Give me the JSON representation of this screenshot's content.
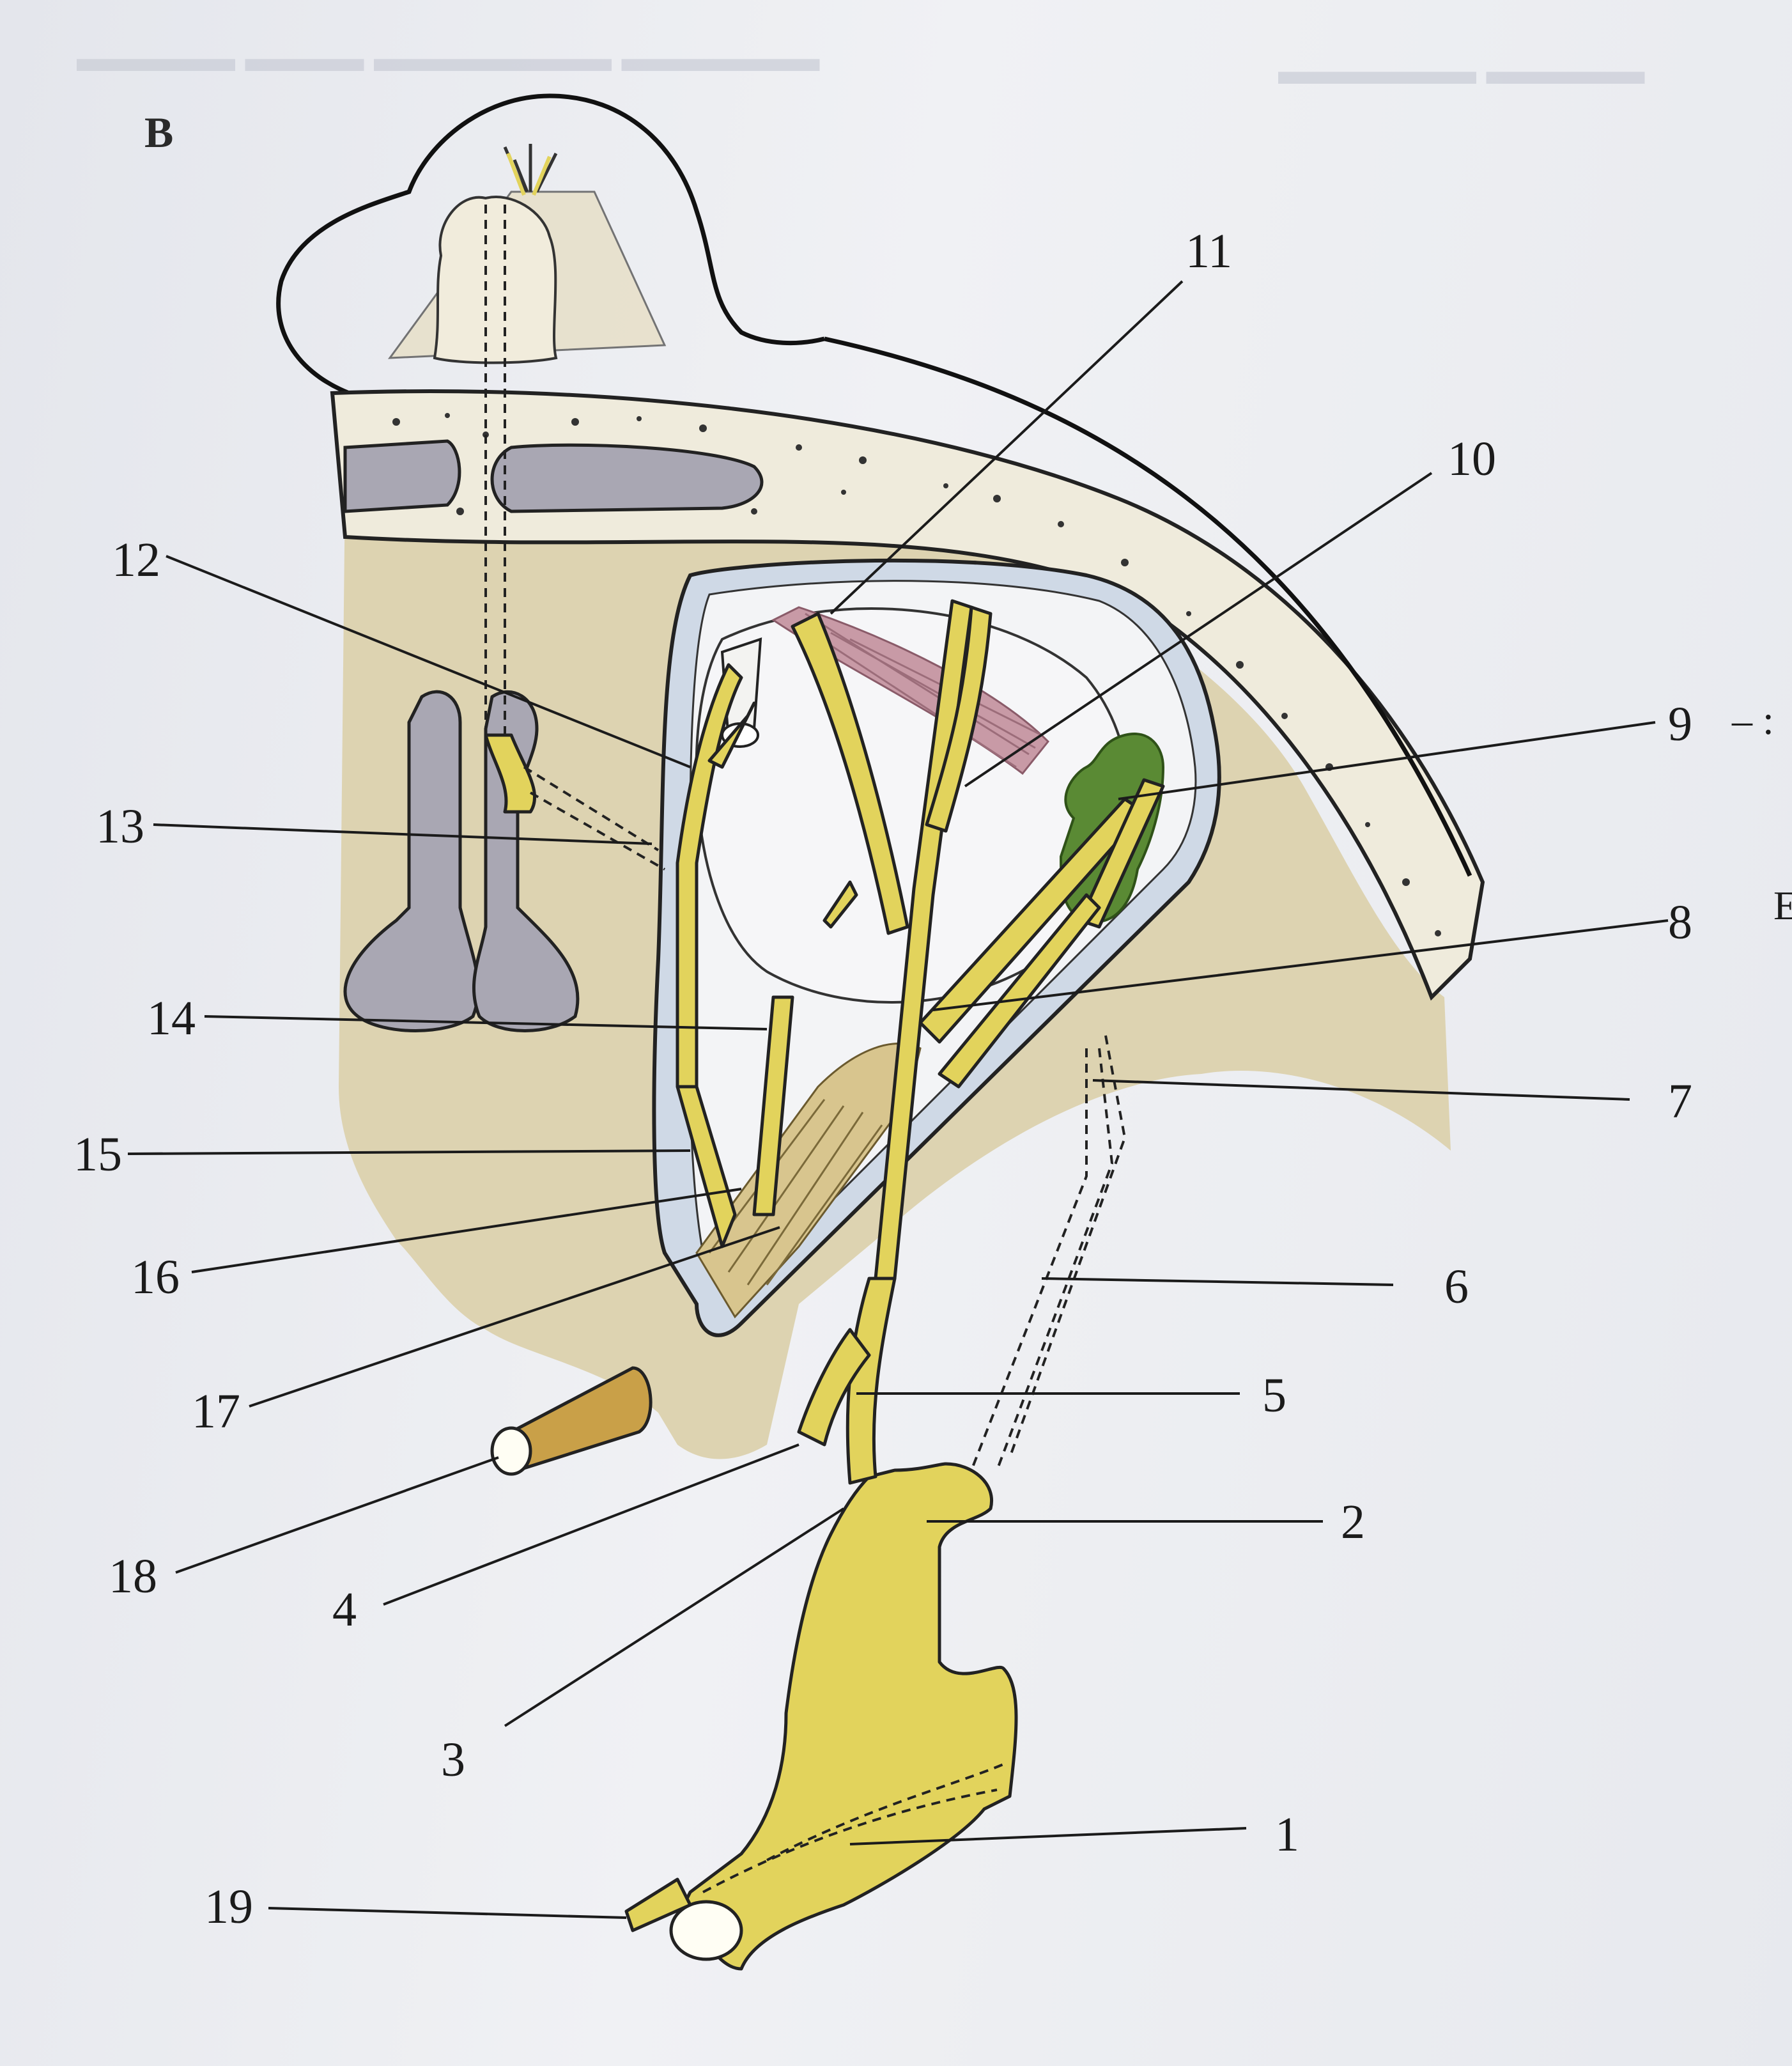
{
  "panel_letter": "B",
  "labels": {
    "n1": "1",
    "n2": "2",
    "n3": "3",
    "n4": "4",
    "n5": "5",
    "n6": "6",
    "n7": "7",
    "n8": "8",
    "n9": "9",
    "n10": "10",
    "n11": "11",
    "n12": "12",
    "n13": "13",
    "n14": "14",
    "n15": "15",
    "n16": "16",
    "n17": "17",
    "n18": "18",
    "n19": "19"
  },
  "margin_text": {
    "right_edge": "E",
    "right_dash": "– :"
  },
  "colors": {
    "nerve": "#e2d35c",
    "tissue": "#ddd3b1",
    "sinus": "#a9a7b3",
    "orbit_rim": "#cfd9e6",
    "muscle": "#c89aa6",
    "ganglion": "#5a8a34",
    "bone": "#eeeadb"
  }
}
